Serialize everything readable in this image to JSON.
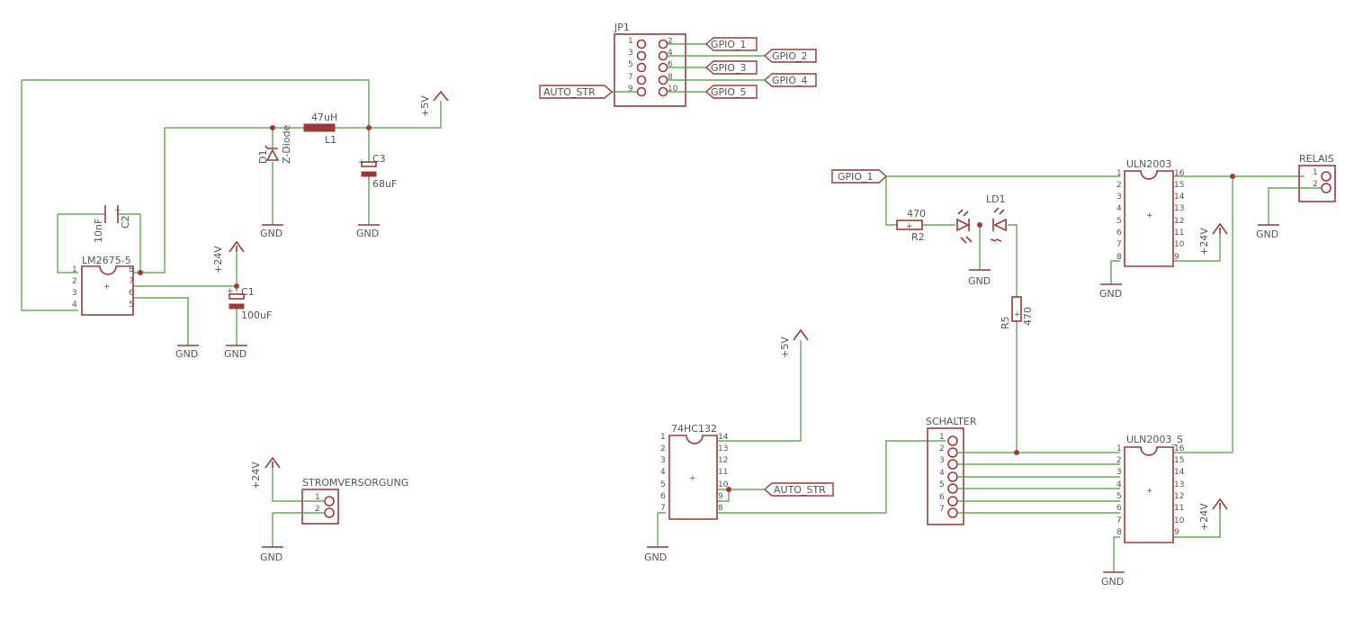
{
  "parts": {
    "jp1": {
      "name": "JP1",
      "pins_left": [
        "1",
        "3",
        "5",
        "7",
        "9"
      ],
      "pins_right": [
        "2",
        "4",
        "6",
        "8",
        "10"
      ]
    },
    "lm2675": {
      "name": "LM2675-5",
      "pins_left": [
        "1",
        "2",
        "3",
        "4"
      ],
      "pins_right": [
        "8",
        "7",
        "6",
        "5"
      ]
    },
    "d1": {
      "name": "D1",
      "value": "Z-Diode"
    },
    "l1": {
      "name": "L1",
      "value": "47uH"
    },
    "c1": {
      "name": "C1",
      "value": "100uF"
    },
    "c2": {
      "name": "C2",
      "value": "10nF"
    },
    "c3": {
      "name": "C3",
      "value": "68uF"
    },
    "r2": {
      "name": "R2",
      "value": "470"
    },
    "r5": {
      "name": "R5",
      "value": "470"
    },
    "ld1": {
      "name": "LD1"
    },
    "hc132": {
      "name": "74HC132",
      "pins_left": [
        "1",
        "2",
        "3",
        "4",
        "5",
        "6",
        "7"
      ],
      "pins_right": [
        "14",
        "13",
        "12",
        "11",
        "10",
        "9",
        "8"
      ]
    },
    "schalter": {
      "name": "SCHALTER",
      "pins": [
        "1",
        "2",
        "3",
        "4",
        "5",
        "6",
        "7"
      ]
    },
    "uln_top": {
      "name": "ULN2003",
      "pins_left": [
        "1",
        "2",
        "3",
        "4",
        "5",
        "6",
        "7",
        "8"
      ],
      "pins_right": [
        "16",
        "15",
        "14",
        "13",
        "12",
        "11",
        "10",
        "9"
      ]
    },
    "uln_bot": {
      "name": "ULN2003_S",
      "pins_left": [
        "1",
        "2",
        "3",
        "4",
        "5",
        "6",
        "7",
        "8"
      ],
      "pins_right": [
        "16",
        "15",
        "14",
        "13",
        "12",
        "11",
        "10",
        "9"
      ]
    },
    "relais": {
      "name": "RELAIS",
      "pins": [
        "1",
        "2"
      ]
    },
    "strom": {
      "name": "STROMVERSORGUNG",
      "pins": [
        "1",
        "2"
      ]
    }
  },
  "labels": {
    "gpio1": "GPIO_1",
    "gpio2": "GPIO_2",
    "gpio3": "GPIO_3",
    "gpio4": "GPIO_4",
    "gpio5": "GPIO_5",
    "auto_str": "AUTO_STR",
    "gpio1_right": "GPIO_1",
    "auto_str_right": "AUTO_STR"
  },
  "supply": {
    "p5v": "+5V",
    "p24v": "+24V",
    "gnd": "GND",
    "plus": "+"
  },
  "colors": {
    "wire": "#4a9a3a",
    "part": "#9c3a3a",
    "text": "#555555"
  }
}
